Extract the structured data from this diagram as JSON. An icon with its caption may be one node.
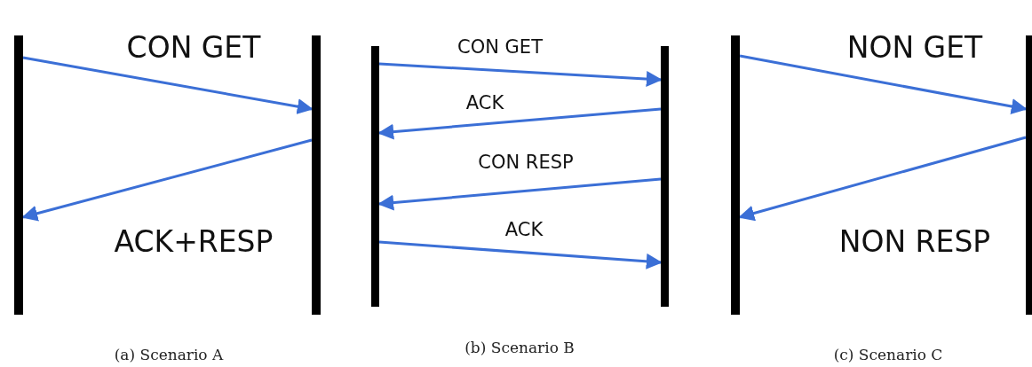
{
  "diagram": {
    "nodes": [
      {
        "text": [],
        "shape": "bar"
      },
      {
        "text": [],
        "shape": "bar"
      },
      {
        "text": [],
        "shape": "bar"
      },
      {
        "text": [],
        "shape": "bar"
      },
      {
        "text": [],
        "shape": "bar"
      },
      {
        "text": [],
        "shape": "bar"
      }
    ],
    "edges": [
      {
        "from": 0,
        "to": 1,
        "arrow": "to",
        "label": "CON GET"
      },
      {
        "from": 1,
        "to": 0,
        "arrow": "to",
        "label": "ACK+RESP"
      },
      {
        "from": 2,
        "to": 3,
        "arrow": "to",
        "label": "CON GET"
      },
      {
        "from": 3,
        "to": 2,
        "arrow": "to",
        "label": "ACK"
      },
      {
        "from": 3,
        "to": 2,
        "arrow": "to",
        "label": "CON RESP"
      },
      {
        "from": 2,
        "to": 3,
        "arrow": "to",
        "label": "ACK"
      },
      {
        "from": 4,
        "to": 5,
        "arrow": "to",
        "label": "NON GET"
      },
      {
        "from": 5,
        "to": 4,
        "arrow": "to",
        "label": "NON RESP"
      }
    ],
    "labels": [
      "(a) Scenario A",
      "(b) Scenario B",
      "(c) Scenario C"
    ]
  }
}
